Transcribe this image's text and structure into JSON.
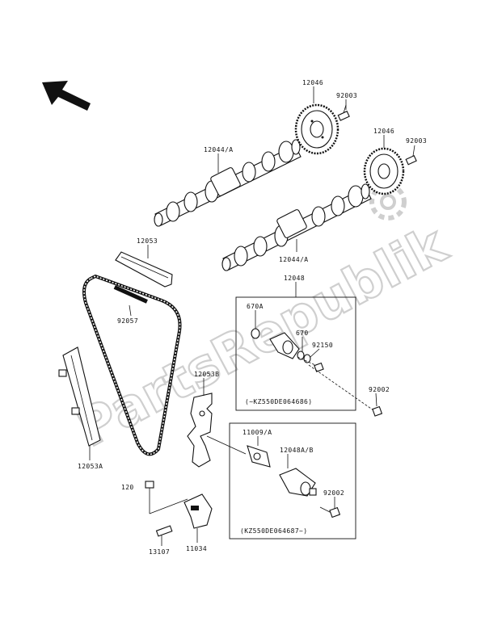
{
  "watermark": {
    "text": "PartsRepublik",
    "color": "#d0d0d0",
    "icon": "gear-icon"
  },
  "orientation_arrow": {
    "icon": "arrow-up-left-icon"
  },
  "callouts": [
    {
      "id": "c12046a",
      "text": "12046"
    },
    {
      "id": "c92003a",
      "text": "92003"
    },
    {
      "id": "c12046b",
      "text": "12046"
    },
    {
      "id": "c92003b",
      "text": "92003"
    },
    {
      "id": "c12044a",
      "text": "12044/A"
    },
    {
      "id": "c12044b",
      "text": "12044/A"
    },
    {
      "id": "c12053",
      "text": "12053"
    },
    {
      "id": "c92057",
      "text": "92057"
    },
    {
      "id": "c12048",
      "text": "12048"
    },
    {
      "id": "c670a",
      "text": "670A"
    },
    {
      "id": "c670",
      "text": "670"
    },
    {
      "id": "c92150",
      "text": "92150"
    },
    {
      "id": "c92002a",
      "text": "92002"
    },
    {
      "id": "c12053b",
      "text": "12053B"
    },
    {
      "id": "c12053a",
      "text": "12053A"
    },
    {
      "id": "c11009",
      "text": "11009/A"
    },
    {
      "id": "c12048ab",
      "text": "12048A/B"
    },
    {
      "id": "c92002b",
      "text": "92002"
    },
    {
      "id": "c120",
      "text": "120"
    },
    {
      "id": "c13107",
      "text": "13107"
    },
    {
      "id": "c11034",
      "text": "11034"
    }
  ],
  "boxes": [
    {
      "id": "upper",
      "note": "(~KZ550DE064686)"
    },
    {
      "id": "lower",
      "note": "(KZ550DE064687~)"
    }
  ]
}
